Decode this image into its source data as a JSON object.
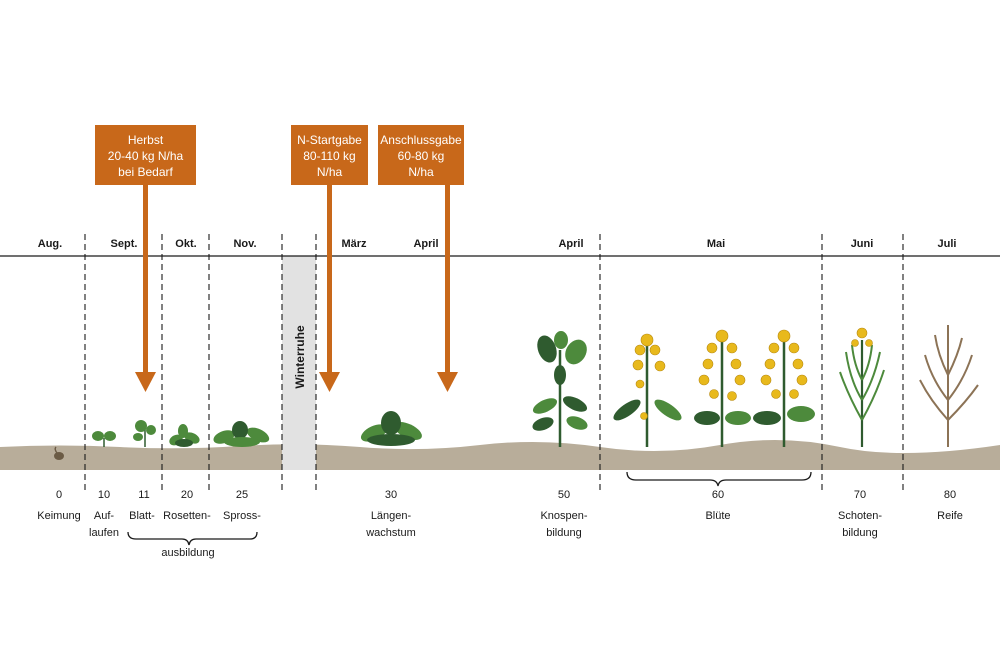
{
  "colors": {
    "accent": "#c8681a",
    "soil": "#b8ad9a",
    "winter_band": "#e2e2e2",
    "leaf_dark": "#2f5b2f",
    "leaf_mid": "#4d8a3c",
    "flower": "#e8b91c",
    "dry": "#8c7356"
  },
  "fertilizer_boxes": [
    {
      "lines": [
        "Herbst",
        "20-40 kg N/ha",
        "bei Bedarf"
      ]
    },
    {
      "lines": [
        "N-Startgabe",
        "80-110 kg",
        "N/ha"
      ]
    },
    {
      "lines": [
        "Anschlussgabe",
        "60-80 kg",
        "N/ha"
      ]
    }
  ],
  "months": [
    "Aug.",
    "Sept.",
    "Okt.",
    "Nov.",
    "März",
    "April",
    "April",
    "Mai",
    "Juni",
    "Juli"
  ],
  "winter_label": "Winterruhe",
  "stages": [
    {
      "code": "0",
      "lines": [
        "Keimung"
      ]
    },
    {
      "code": "10",
      "lines": [
        "Auf-",
        "laufen"
      ]
    },
    {
      "code": "11",
      "lines": [
        "Blatt-"
      ]
    },
    {
      "code": "20",
      "lines": [
        "Rosetten-"
      ]
    },
    {
      "code": "25",
      "lines": [
        "Spross-"
      ]
    },
    {
      "code": "30",
      "lines": [
        "Längen-",
        "wachstum"
      ]
    },
    {
      "code": "50",
      "lines": [
        "Knospen-",
        "bildung"
      ]
    },
    {
      "code": "60",
      "lines": [
        "Blüte"
      ]
    },
    {
      "code": "70",
      "lines": [
        "Schoten-",
        "bildung"
      ]
    },
    {
      "code": "80",
      "lines": [
        "Reife"
      ]
    }
  ],
  "group_label": "ausbildung"
}
